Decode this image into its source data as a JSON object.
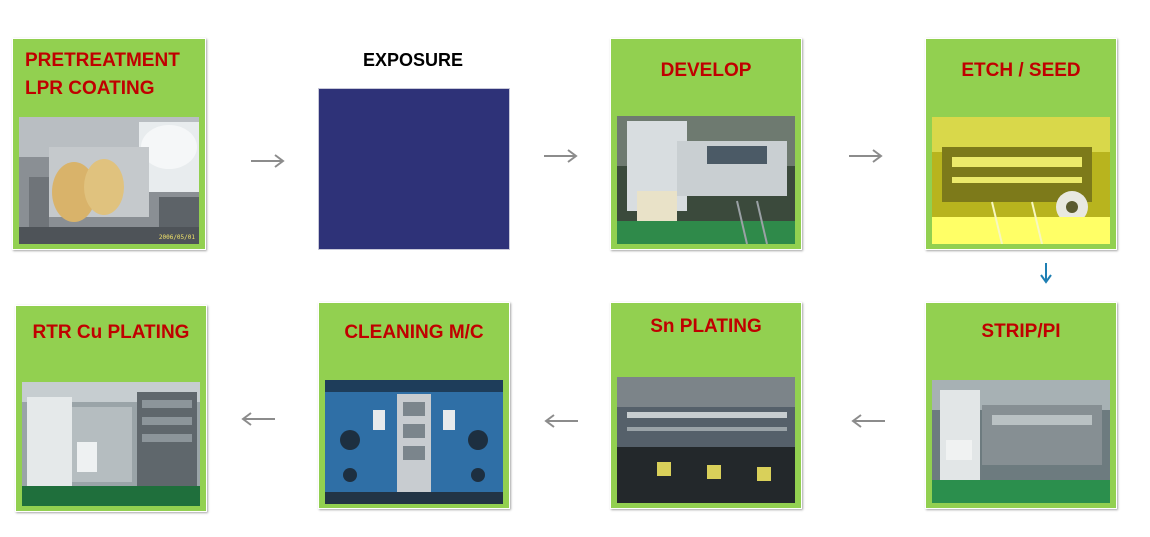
{
  "steps": [
    {
      "id": "pretreatment",
      "title_line1": "PRETREATMENT",
      "title_line2": "LPR COATING",
      "photo_stamp": "2006/05/01"
    },
    {
      "id": "exposure",
      "title": "EXPOSURE"
    },
    {
      "id": "develop",
      "title": "DEVELOP"
    },
    {
      "id": "etch-seed",
      "title": "ETCH / SEED"
    },
    {
      "id": "strip-pi",
      "title": "STRIP/PI"
    },
    {
      "id": "sn-plating",
      "title": "Sn PLATING"
    },
    {
      "id": "cleaning",
      "title": "CLEANING M/C"
    },
    {
      "id": "rtr-cu-plating",
      "title": "RTR Cu PLATING"
    }
  ],
  "colors": {
    "card_bg": "#92d050",
    "title_text": "#c00000",
    "exposure_fill": "#2e3278",
    "arrow_gray": "#8c8c8c",
    "arrow_blue": "#1f7fb3"
  },
  "icons": {
    "flow_arrow": "arrow-right-icon",
    "flow_arrow_reverse": "arrow-left-icon",
    "flow_arrow_down": "arrow-down-icon"
  }
}
